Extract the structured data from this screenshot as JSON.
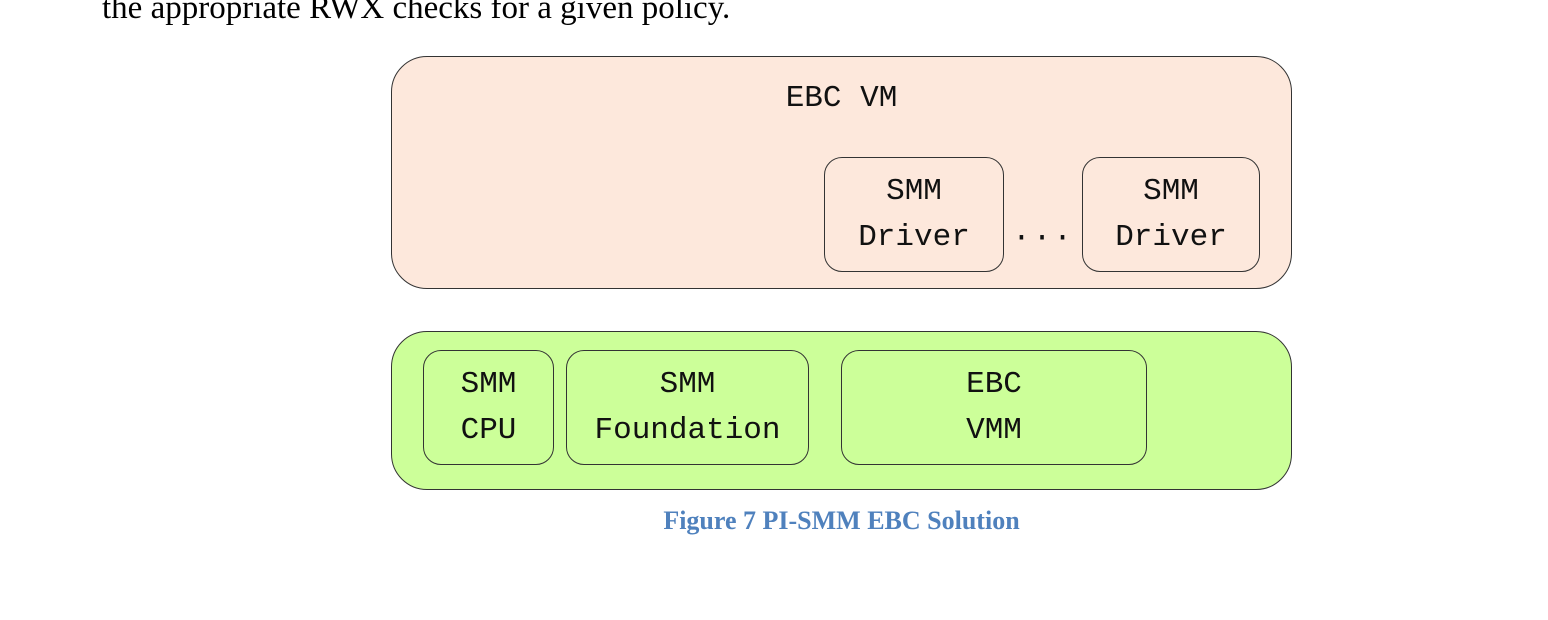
{
  "body_text": "the appropriate RWX checks for a given policy.",
  "diagram": {
    "vm_layer": {
      "title": "EBC VM",
      "drivers": [
        {
          "line1": "SMM",
          "line2": "Driver"
        },
        {
          "line1": "SMM",
          "line2": "Driver"
        }
      ],
      "ellipsis": "···"
    },
    "host_layer": {
      "components": [
        {
          "line1": "SMM",
          "line2": "CPU"
        },
        {
          "line1": "SMM",
          "line2": "Foundation"
        },
        {
          "line1": "EBC",
          "line2": "VMM"
        }
      ]
    },
    "colors": {
      "vm_fill": "#fde8dc",
      "host_fill": "#ccff99",
      "caption": "#4f81bd"
    }
  },
  "caption": "Figure 7 PI-SMM EBC Solution"
}
